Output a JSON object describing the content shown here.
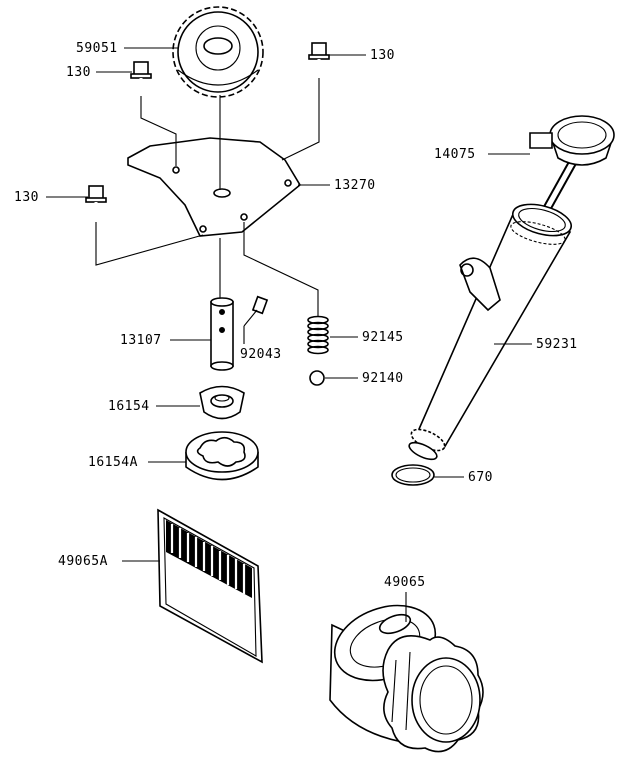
{
  "labels": {
    "gear": "59051",
    "bolt_top_left": "130",
    "bolt_top_right": "130",
    "bolt_left": "130",
    "plate": "13270",
    "dipstick": "14075",
    "pipe": "59231",
    "shaft": "13107",
    "pin": "92043",
    "spring": "92145",
    "ball": "92140",
    "inner_rotor": "16154",
    "outer_rotor": "16154A",
    "oring": "670",
    "screen": "49065A",
    "filter": "49065"
  },
  "colors": {
    "ink": "#000000",
    "paper": "#ffffff"
  }
}
